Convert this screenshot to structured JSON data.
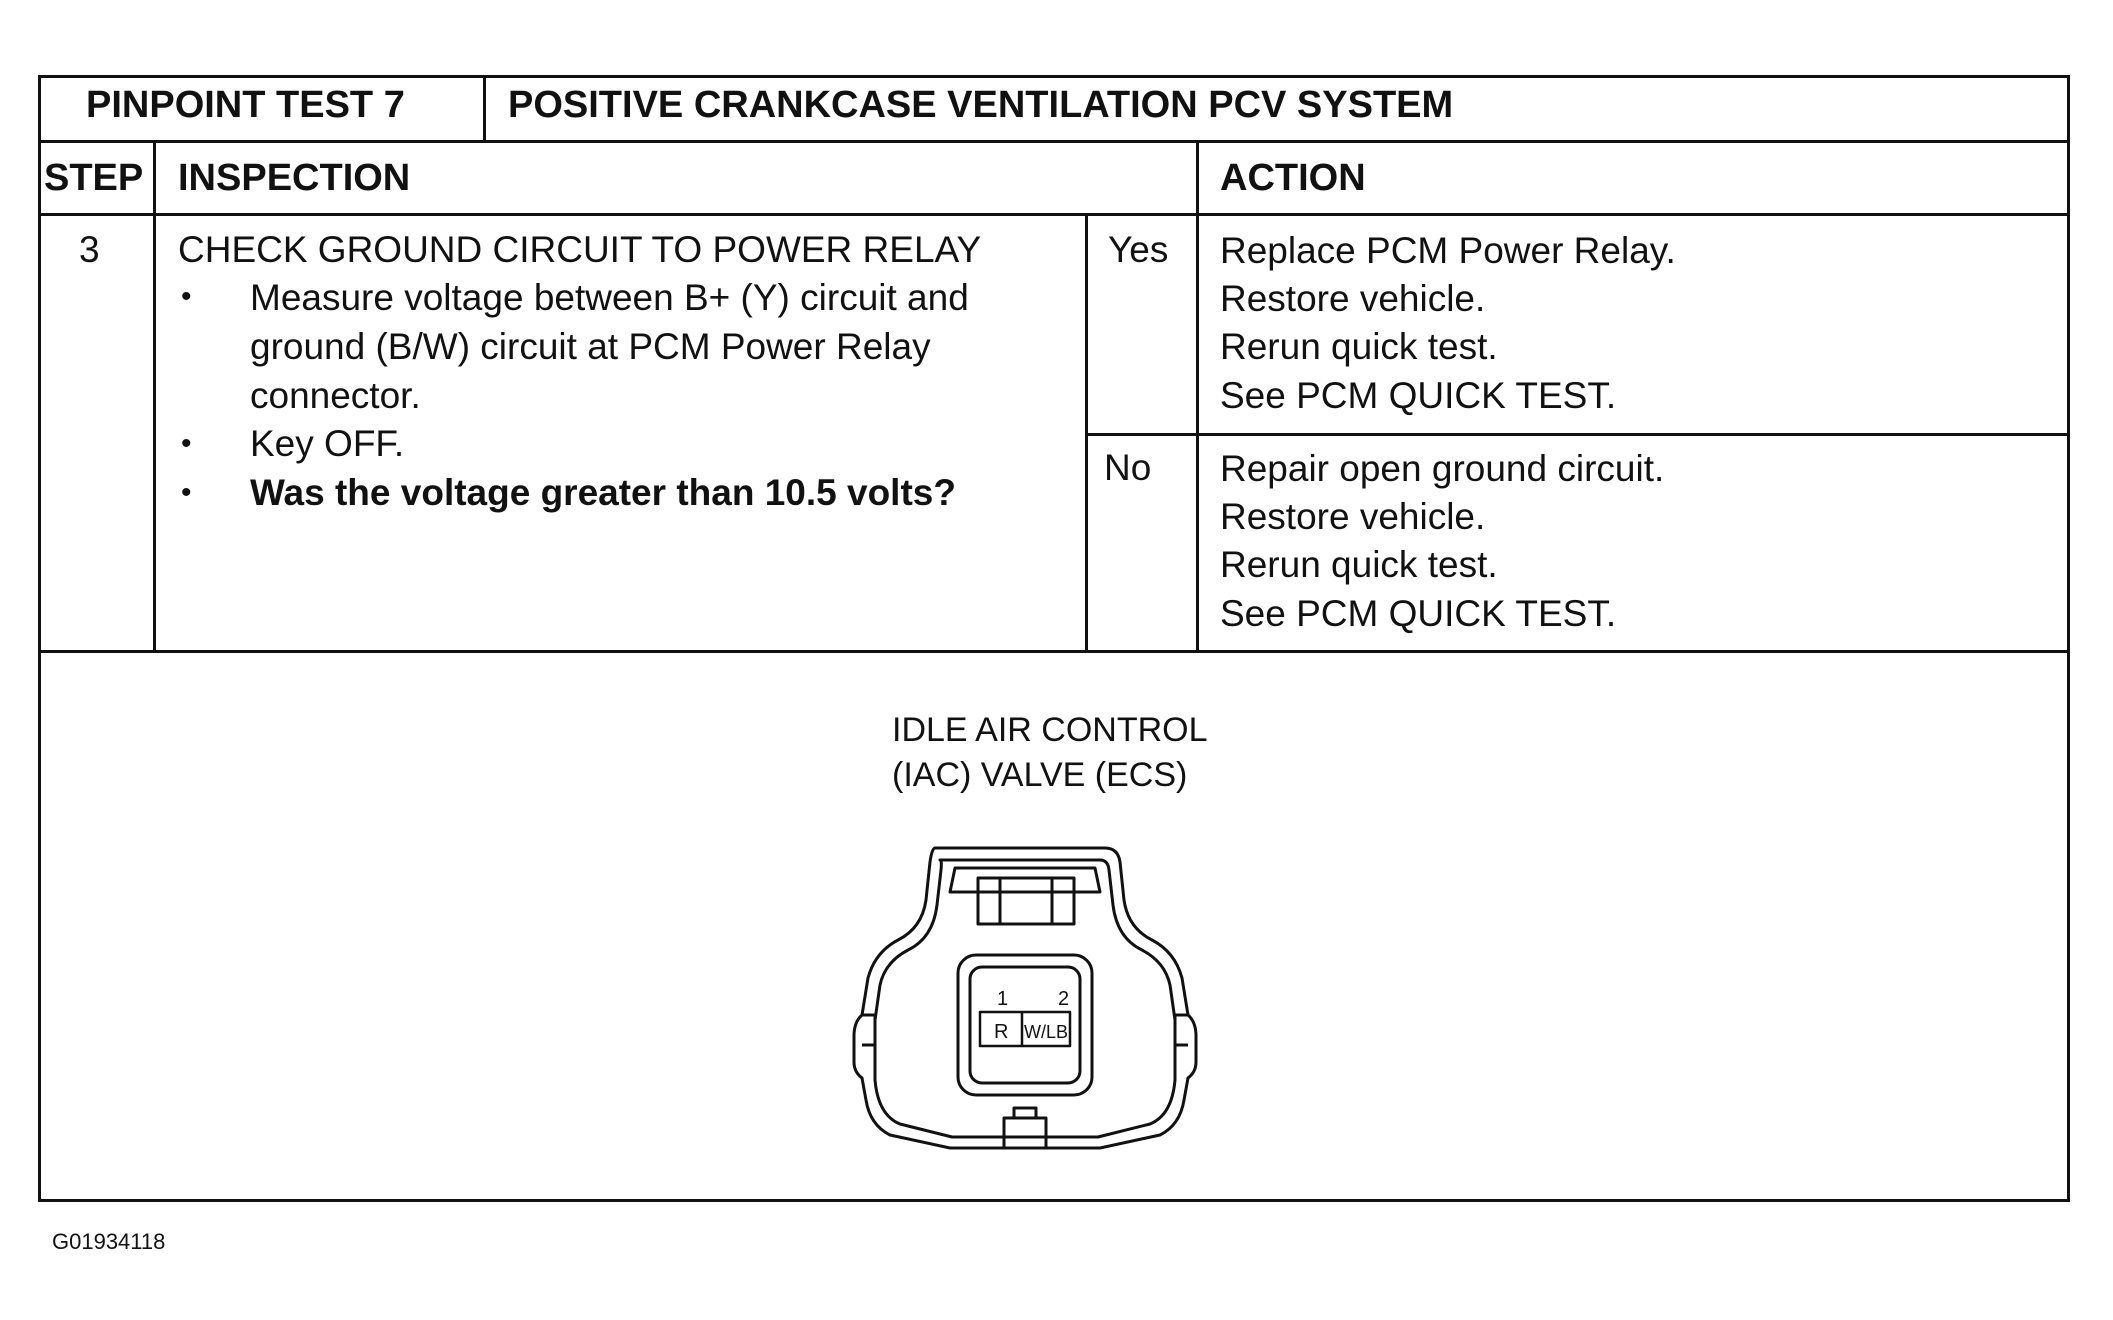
{
  "header": {
    "test_id": "PINPOINT TEST 7",
    "test_title": "POSITIVE CRANKCASE VENTILATION PCV SYSTEM"
  },
  "columns": {
    "step": "STEP",
    "inspection": "INSPECTION",
    "action": "ACTION"
  },
  "row": {
    "step_number": "3",
    "inspection_title": "CHECK GROUND CIRCUIT TO POWER RELAY",
    "bullets": [
      "Measure voltage between B+ (Y) circuit and",
      "ground (B/W) circuit at PCM Power Relay",
      "connector.",
      "Key OFF.",
      "Was the voltage greater than 10.5 volts?"
    ],
    "bullet_glyph": "•"
  },
  "outcomes": {
    "yes_label": "Yes",
    "yes_actions": [
      "Replace PCM Power Relay.",
      "Restore vehicle.",
      "Rerun quick test.",
      "See PCM QUICK TEST."
    ],
    "no_label": "No",
    "no_actions": [
      "Repair open ground circuit.",
      "Restore vehicle.",
      "Rerun quick test.",
      "See PCM QUICK TEST."
    ]
  },
  "diagram": {
    "title_line1": "IDLE AIR CONTROL",
    "title_line2": "(IAC) VALVE (ECS)",
    "pins": [
      "1",
      "2"
    ],
    "wires": [
      "R",
      "W/LB"
    ]
  },
  "figure_code": "G01934118"
}
